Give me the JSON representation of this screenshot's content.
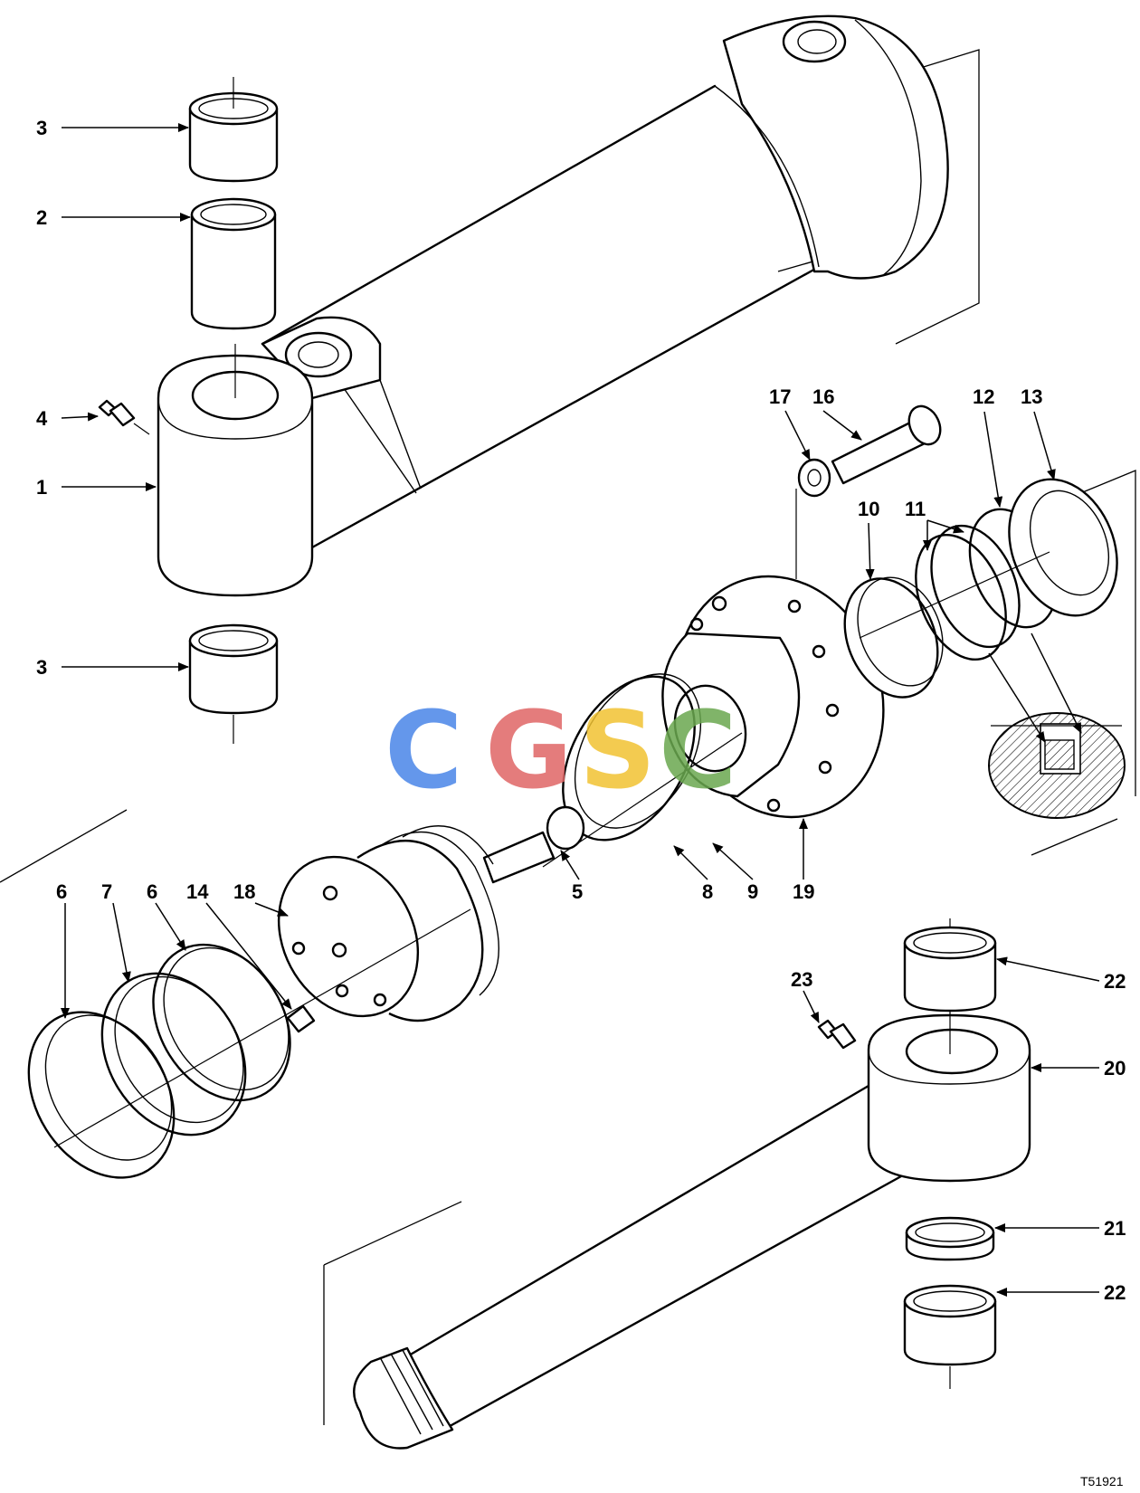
{
  "figure_ref": "T51921",
  "watermark": {
    "letters": [
      "C",
      "G",
      "S",
      "C"
    ],
    "colors": [
      "#4a86e8",
      "#e06666",
      "#f1c232",
      "#6aa84f"
    ]
  },
  "callouts": {
    "c1": "1",
    "c2": "2",
    "c3a": "3",
    "c3b": "3",
    "c4": "4",
    "c5": "5",
    "c6a": "6",
    "c6b": "6",
    "c7": "7",
    "c8": "8",
    "c9": "9",
    "c10": "10",
    "c11": "11",
    "c12": "12",
    "c13": "13",
    "c14": "14",
    "c16": "16",
    "c17": "17",
    "c18": "18",
    "c19": "19",
    "c20": "20",
    "c21": "21",
    "c22a": "22",
    "c22b": "22",
    "c23": "23"
  }
}
